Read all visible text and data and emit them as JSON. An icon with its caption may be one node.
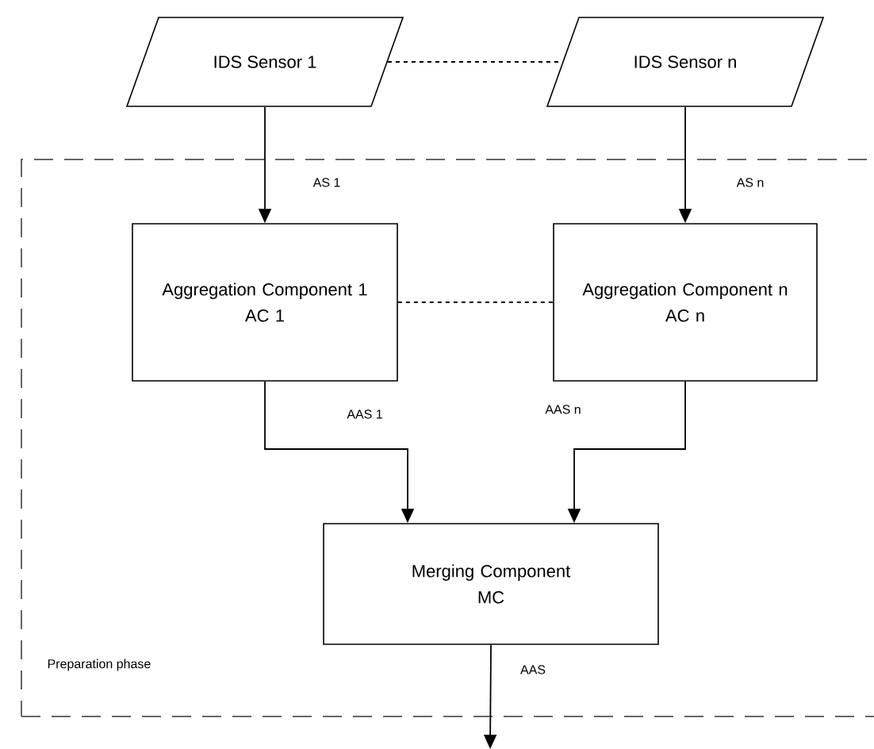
{
  "diagram": {
    "nodes": [
      {
        "text": [
          "IDS Sensor 1"
        ]
      },
      {
        "text": [
          "IDS Sensor n"
        ]
      },
      {
        "text": [
          "Preparation phase"
        ]
      },
      {
        "text": [
          "Aggregation Component 1",
          "AC 1"
        ],
        "in": 2
      },
      {
        "text": [
          "Aggregation Component n",
          "AC n"
        ],
        "in": 2
      },
      {
        "text": [
          "Merging Component",
          "MC"
        ],
        "in": 2
      }
    ],
    "edges": [
      {
        "from": 0,
        "to": 1,
        "arrow": "none",
        "style": "dashed"
      },
      {
        "from": 0,
        "to": 3,
        "arrow": "to",
        "label": "AS 1"
      },
      {
        "from": 1,
        "to": 4,
        "arrow": "to",
        "label": "AS n"
      },
      {
        "from": 3,
        "to": 4,
        "arrow": "none",
        "style": "dashed"
      },
      {
        "from": 3,
        "to": 5,
        "arrow": "to",
        "label": "AAS 1"
      },
      {
        "from": 4,
        "to": 5,
        "arrow": "to",
        "label": "AAS n"
      },
      {
        "from": 5,
        "to": null,
        "arrow": "to",
        "label": "AAS"
      }
    ]
  }
}
